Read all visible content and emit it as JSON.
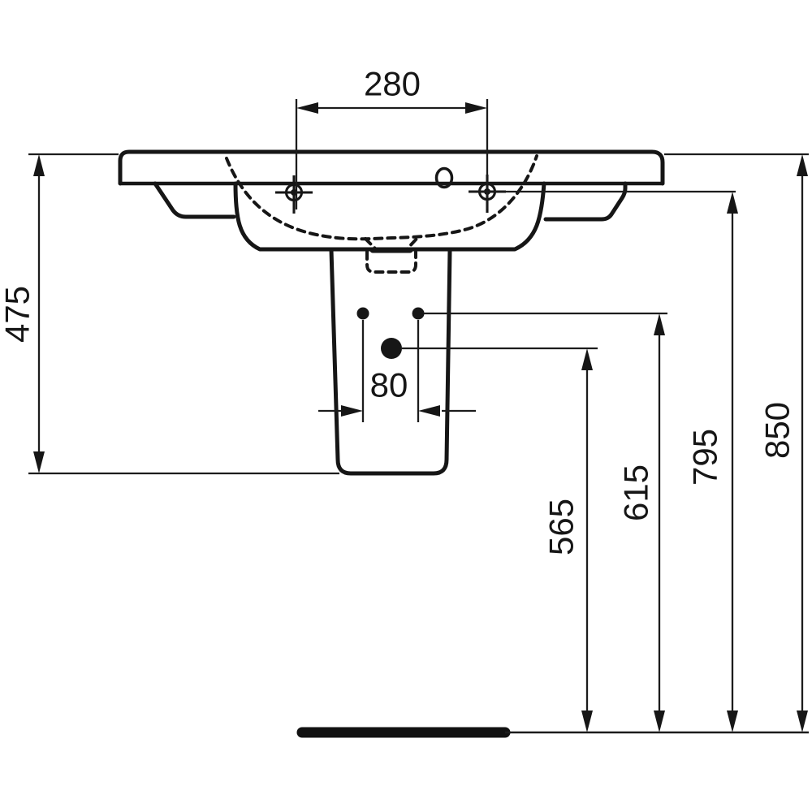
{
  "drawing": {
    "line_color": "#161616",
    "background_color": "#ffffff",
    "dimensions": {
      "tap_hole_spacing": "280",
      "rim_to_pedestal_bottom": "475",
      "fixing_hole_spacing": "80",
      "waste_hole_height": "565",
      "fixing_holes_height": "615",
      "tap_deck_height": "795",
      "rim_height": "850"
    }
  }
}
